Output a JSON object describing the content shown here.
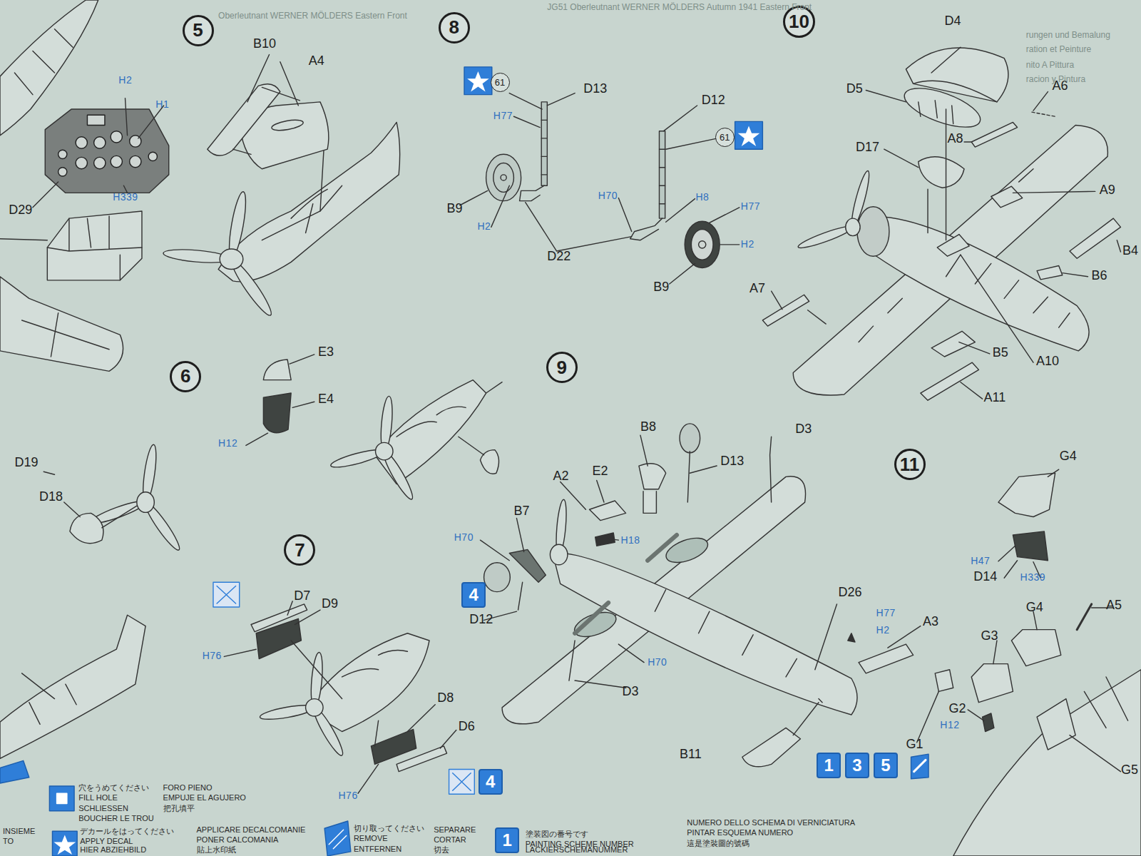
{
  "diagram": {
    "nodes": [
      {
        "text": [
          "5"
        ]
      },
      {
        "text": [
          "8"
        ]
      },
      {
        "text": [
          "10"
        ]
      },
      {
        "text": [
          "61"
        ]
      },
      {
        "text": [
          "61"
        ]
      },
      {
        "text": [
          "6"
        ]
      },
      {
        "text": [
          "9"
        ]
      },
      {
        "text": [
          "11"
        ]
      },
      {
        "text": [
          "7"
        ]
      },
      {
        "text": [
          "4"
        ]
      },
      {
        "text": [
          "4"
        ]
      },
      {
        "text": [
          "1"
        ]
      },
      {
        "text": [
          "3"
        ]
      },
      {
        "text": [
          "5"
        ]
      },
      {
        "text": [
          "1"
        ]
      }
    ],
    "edges": [],
    "labels": [
      "H2",
      "H1",
      "H339",
      "D29",
      "B10",
      "A4",
      "D13",
      "H77",
      "B9",
      "H2",
      "D22",
      "D12",
      "H70",
      "H8",
      "H77",
      "H2",
      "B9",
      "D4",
      "D5",
      "A6",
      "D17",
      "A8",
      "A9",
      "B4",
      "B6",
      "A7",
      "B5",
      "A10",
      "A11",
      "E3",
      "E4",
      "H12",
      "D19",
      "D18",
      "D7",
      "D9",
      "H76",
      "D8",
      "D6",
      "H76",
      "B8",
      "D3",
      "D13",
      "A2",
      "E2",
      "B7",
      "H70",
      "H18",
      "D12",
      "H70",
      "D3",
      "D26",
      "H77",
      "H2",
      "A3",
      "B11",
      "G4",
      "H47",
      "D14",
      "H339",
      "G4",
      "A5",
      "G3",
      "G2",
      "H12",
      "G1",
      "G5",
      "穴をうめてください",
      "FILL HOLE",
      "SCHLIESSEN",
      "BOUCHER LE TROU",
      "FORO PIENO",
      "EMPUJE EL AGUJERO",
      "把孔填平",
      "デカールをはってください",
      "APPLY DECAL",
      "HIER ABZIEHBILD",
      "APPLICARE DECALCOMANIE",
      "PONER CALCOMANIA",
      "貼上水印紙",
      "切り取ってください",
      "REMOVE",
      "ENTFERNEN",
      "SEPARARE",
      "CORTAR",
      "切去",
      "塗装図の番号です",
      "PAINTING SCHEME NUMBER",
      "LACKIERSCHEMANUMMER",
      "NUMERO DELLO SCHEMA DI VERNICIATURA",
      "PINTAR ESQUEMA NUMERO",
      "這是塗裝圖的號碼",
      "INSIEME",
      "TO",
      "JG51 Oberleutnant WERNER MÖLDERS Autumn 1941 Eastern Front",
      "Oberleutnant WERNER MÖLDERS Eastern Front",
      "rungen und Bemalung",
      "ration et Peinture",
      "nito A Pittura",
      "racion y Pintura"
    ]
  }
}
